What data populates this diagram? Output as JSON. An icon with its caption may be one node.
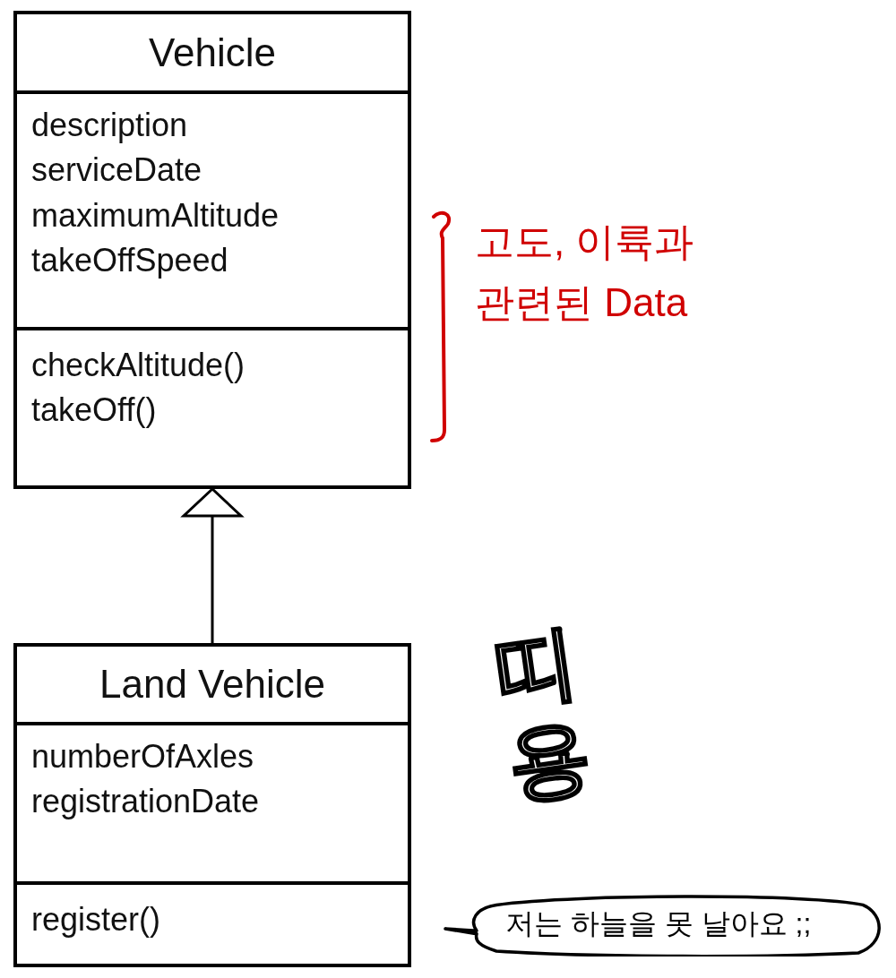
{
  "diagram": {
    "nodes": [
      {
        "text": [
          "Vehicle",
          "description",
          "serviceDate",
          "maximumAltitude",
          "takeOffSpeed",
          "checkAltitude()",
          "takeOff()"
        ]
      },
      {
        "text": [
          "Land Vehicle",
          "numberOfAxles",
          "registrationDate",
          "register()"
        ]
      },
      {
        "text": [
          "저는 하늘을 못 날아요 ;;"
        ]
      }
    ],
    "edges": [
      {
        "from": 1,
        "to": 0,
        "arrow": "to"
      }
    ],
    "labels": [
      "고도, 이륙과 관련된 Data",
      "띠용"
    ]
  }
}
